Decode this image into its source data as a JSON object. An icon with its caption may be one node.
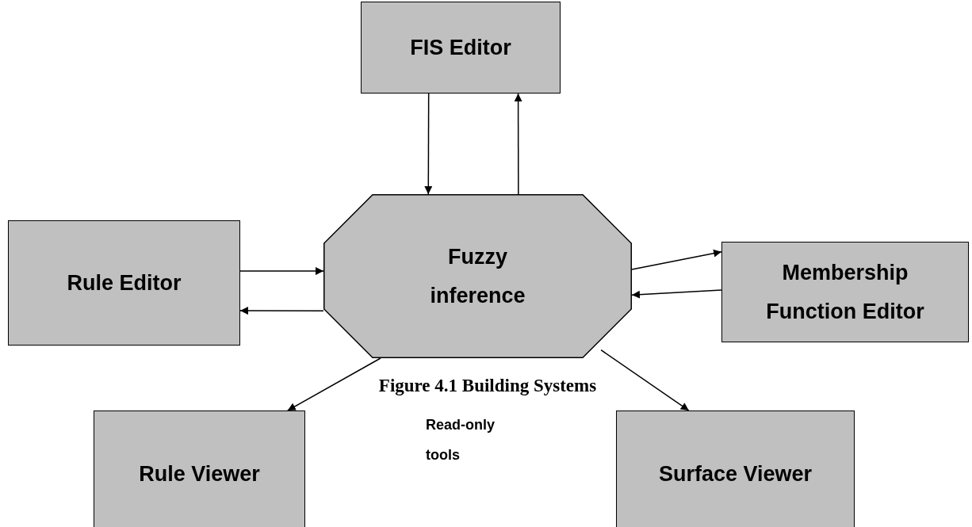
{
  "diagram": {
    "caption": "Figure 4.1 Building Systems",
    "nodes": [
      {
        "text": [
          "FIS Editor"
        ]
      },
      {
        "text": [
          "Fuzzy inference"
        ]
      },
      {
        "text": [
          "Rule Editor"
        ]
      },
      {
        "text": [
          "Membership Function Editor"
        ]
      },
      {
        "text": [
          "Rule Viewer"
        ]
      },
      {
        "text": [
          "Surface Viewer"
        ]
      }
    ],
    "edges": [
      {
        "from": 0,
        "to": 1,
        "arrow": "to"
      },
      {
        "from": 1,
        "to": 0,
        "arrow": "to"
      },
      {
        "from": 2,
        "to": 1,
        "arrow": "to"
      },
      {
        "from": 1,
        "to": 2,
        "arrow": "to"
      },
      {
        "from": 1,
        "to": 3,
        "arrow": "to"
      },
      {
        "from": 3,
        "to": 1,
        "arrow": "to"
      },
      {
        "from": 1,
        "to": 4,
        "arrow": "to"
      },
      {
        "from": 1,
        "to": 5,
        "arrow": "to"
      }
    ],
    "labels": [
      "Read-only tools"
    ]
  }
}
